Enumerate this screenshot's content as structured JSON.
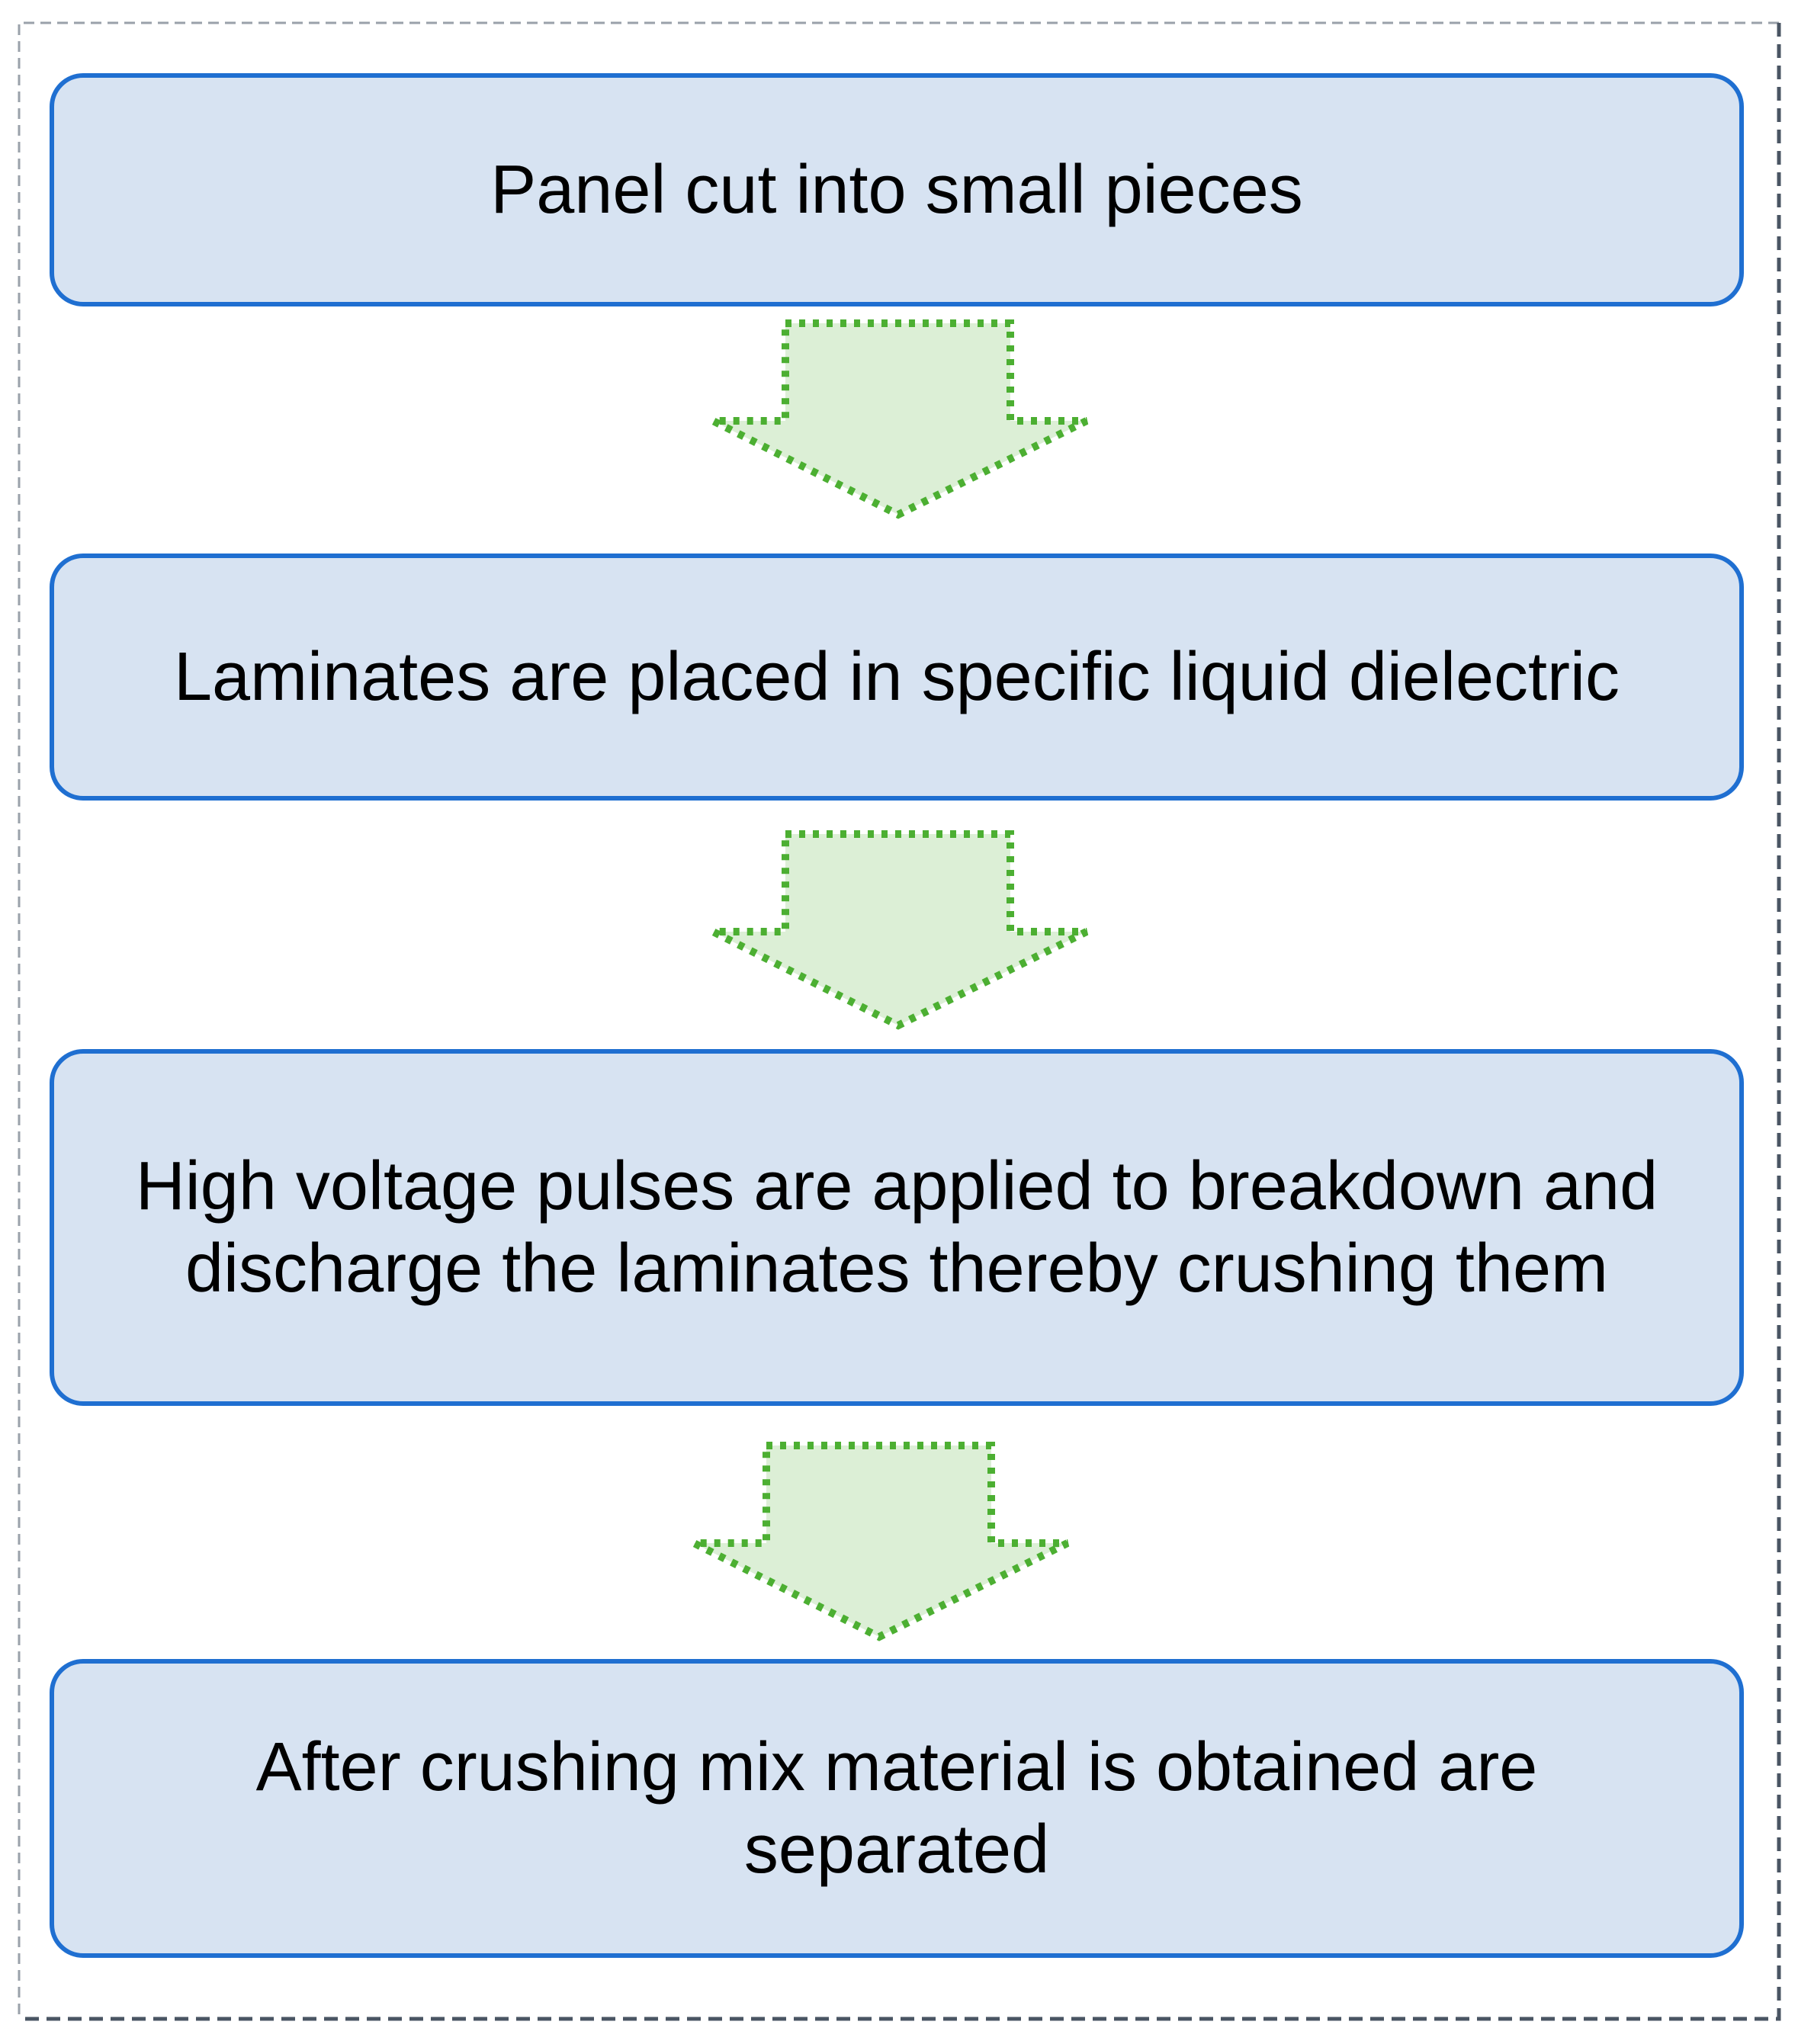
{
  "diagram": {
    "type": "flowchart",
    "direction": "top-to-bottom",
    "colors": {
      "box_fill": "#d7e3f2",
      "box_border": "#1f6fd1",
      "arrow_fill": "#dcefd6",
      "arrow_border": "#4caf32",
      "frame_border": "#4a5563"
    },
    "steps": [
      {
        "label": "Panel cut into small pieces"
      },
      {
        "label": "Laminates are placed in specific liquid dielectric"
      },
      {
        "label": "High voltage pulses are applied to breakdown and discharge the laminates thereby crushing them"
      },
      {
        "label": "After crushing mix material is obtained are separated"
      }
    ],
    "connectors": [
      {
        "from": 0,
        "to": 1,
        "style": "dotted-block-arrow"
      },
      {
        "from": 1,
        "to": 2,
        "style": "dotted-block-arrow"
      },
      {
        "from": 2,
        "to": 3,
        "style": "dotted-block-arrow"
      }
    ]
  }
}
